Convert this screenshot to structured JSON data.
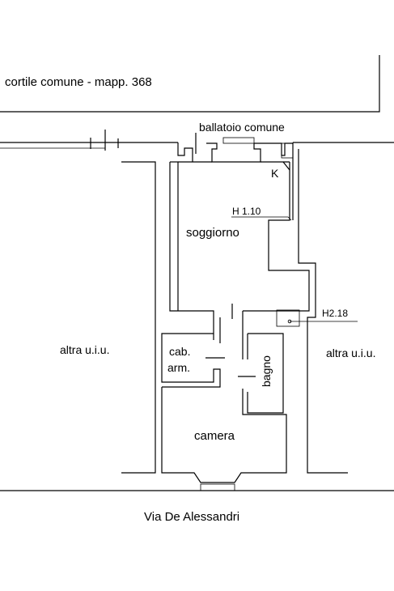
{
  "labels": {
    "courtyard": "cortile comune - mapp. 368",
    "balcony": "ballatoio comune",
    "kitchen": "K",
    "height_1": "H 1.10",
    "living_room": "soggiorno",
    "height_2": "H2.18",
    "other_unit_left": "altra u.i.u.",
    "other_unit_right": "altra u.i.u.",
    "closet_line1": "cab.",
    "closet_line2": "arm.",
    "bathroom": "bagno",
    "bedroom": "camera",
    "street": "Via De Alessandri"
  }
}
